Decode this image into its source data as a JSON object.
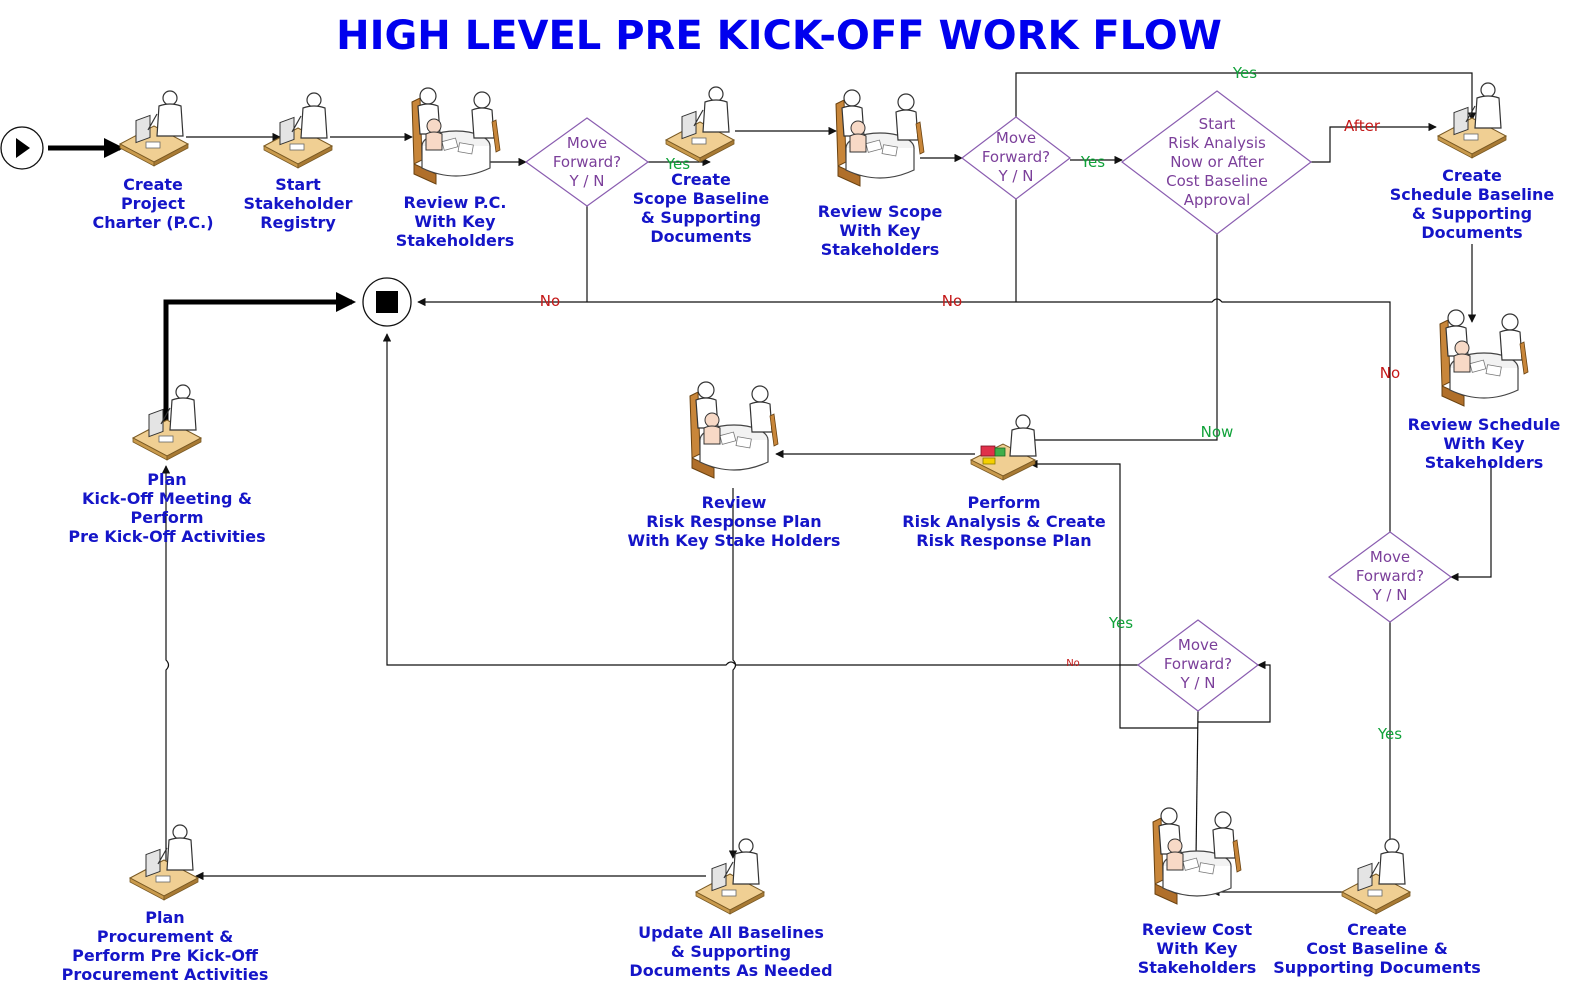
{
  "title": "HIGH LEVEL PRE KICK-OFF WORK FLOW",
  "nodes": {
    "create_charter": [
      "Create",
      "Project",
      "Charter (P.C.)"
    ],
    "start_registry": [
      "Start",
      "Stakeholder",
      "Registry"
    ],
    "review_pc": [
      "Review P.C.",
      "With Key",
      "Stakeholders"
    ],
    "create_scope": [
      "Create",
      "Scope Baseline",
      "& Supporting",
      "Documents"
    ],
    "review_scope": [
      "Review Scope",
      "With Key",
      "Stakeholders"
    ],
    "create_schedule": [
      "Create",
      "Schedule Baseline",
      "& Supporting",
      "Documents"
    ],
    "review_schedule": [
      "Review Schedule",
      "With Key",
      "Stakeholders"
    ],
    "plan_kickoff": [
      "Plan",
      "Kick-Off Meeting &",
      "Perform",
      "Pre Kick-Off Activities"
    ],
    "review_risk": [
      "Review",
      "Risk Response Plan",
      "With Key Stake Holders"
    ],
    "perform_risk": [
      "Perform",
      "Risk Analysis & Create",
      "Risk Response Plan"
    ],
    "plan_procurement": [
      "Plan",
      "Procurement &",
      "Perform Pre Kick-Off",
      "Procurement Activities"
    ],
    "update_baselines": [
      "Update All Baselines",
      "& Supporting",
      "Documents As Needed"
    ],
    "review_cost": [
      "Review Cost",
      "With Key",
      "Stakeholders"
    ],
    "create_cost": [
      "Create",
      "Cost Baseline &",
      "Supporting Documents"
    ]
  },
  "decisions": {
    "d1": [
      "Move",
      "Forward?",
      "Y / N"
    ],
    "d2": [
      "Move",
      "Forward?",
      "Y / N"
    ],
    "d3": [
      "Start",
      "Risk Analysis",
      "Now or After",
      "Cost Baseline",
      "Approval"
    ],
    "d4": [
      "Move",
      "Forward?",
      "Y / N"
    ],
    "d5": [
      "Move",
      "Forward?",
      "Y / N"
    ]
  },
  "edge_labels": {
    "yes": "Yes",
    "no": "No",
    "after": "After",
    "now": "Now"
  },
  "icons": [
    "play-icon",
    "stop-icon",
    "person-at-desk-icon",
    "meeting-table-icon",
    "risk-analysis-desk-icon"
  ],
  "colors": {
    "title": "#0000ee",
    "node_label": "#1515c8",
    "decision_label": "#7b3f9a",
    "yes": "#11a23a",
    "no": "#c41818"
  }
}
